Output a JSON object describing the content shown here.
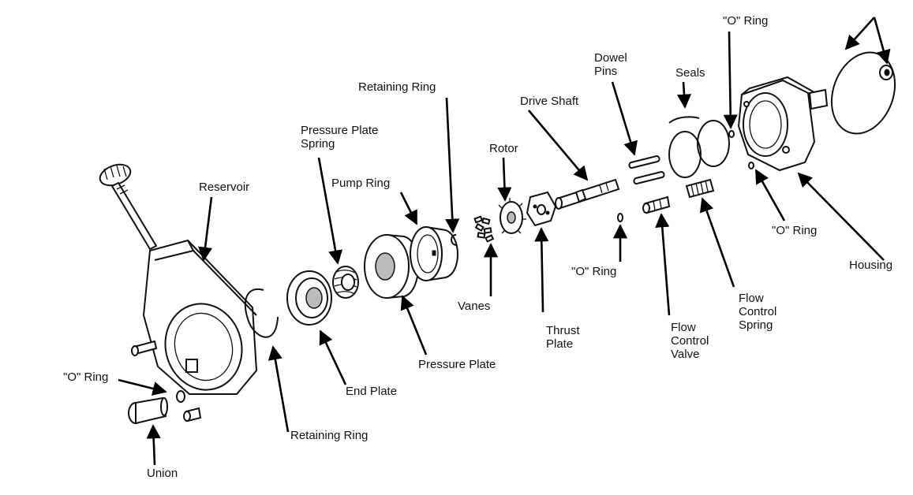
{
  "labels": {
    "reservoir": "Reservoir",
    "o_ring_left": "\"O\" Ring",
    "union": "Union",
    "retaining_ring_bottom": "Retaining Ring",
    "end_plate": "End Plate",
    "pressure_plate_spring": "Pressure Plate\nSpring",
    "pump_ring": "Pump Ring",
    "pressure_plate": "Pressure Plate",
    "retaining_ring_top": "Retaining Ring",
    "rotor": "Rotor",
    "vanes": "Vanes",
    "thrust_plate": "Thrust\nPlate",
    "drive_shaft": "Drive Shaft",
    "dowel_pins": "Dowel\nPins",
    "o_ring_middle": "\"O\" Ring",
    "flow_control_valve": "Flow\nControl\nValve",
    "flow_control_spring": "Flow\nControl\nSpring",
    "seals": "Seals",
    "o_ring_top": "\"O\" Ring",
    "o_ring_right": "\"O\" Ring",
    "housing": "Housing"
  },
  "colors": {
    "ink": "#111111",
    "background": "#ffffff"
  }
}
